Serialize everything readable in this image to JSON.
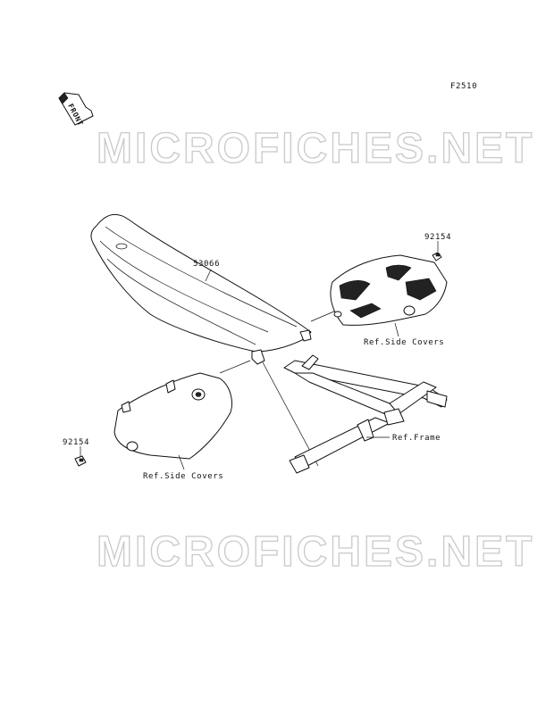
{
  "figure_code": "F2510",
  "front_badge": "FRONT",
  "watermarks": [
    "MICROFICHES.NET",
    "MICROFICHES.NET"
  ],
  "callouts": {
    "seat_part": "53066",
    "bolt_right": "92154",
    "bolt_left": "92154",
    "ref_side_covers_right": "Ref.Side Covers",
    "ref_side_covers_left": "Ref.Side Covers",
    "ref_frame": "Ref.Frame"
  },
  "colors": {
    "line": "#111111",
    "watermark": "#c9c9c9",
    "background": "#ffffff"
  }
}
